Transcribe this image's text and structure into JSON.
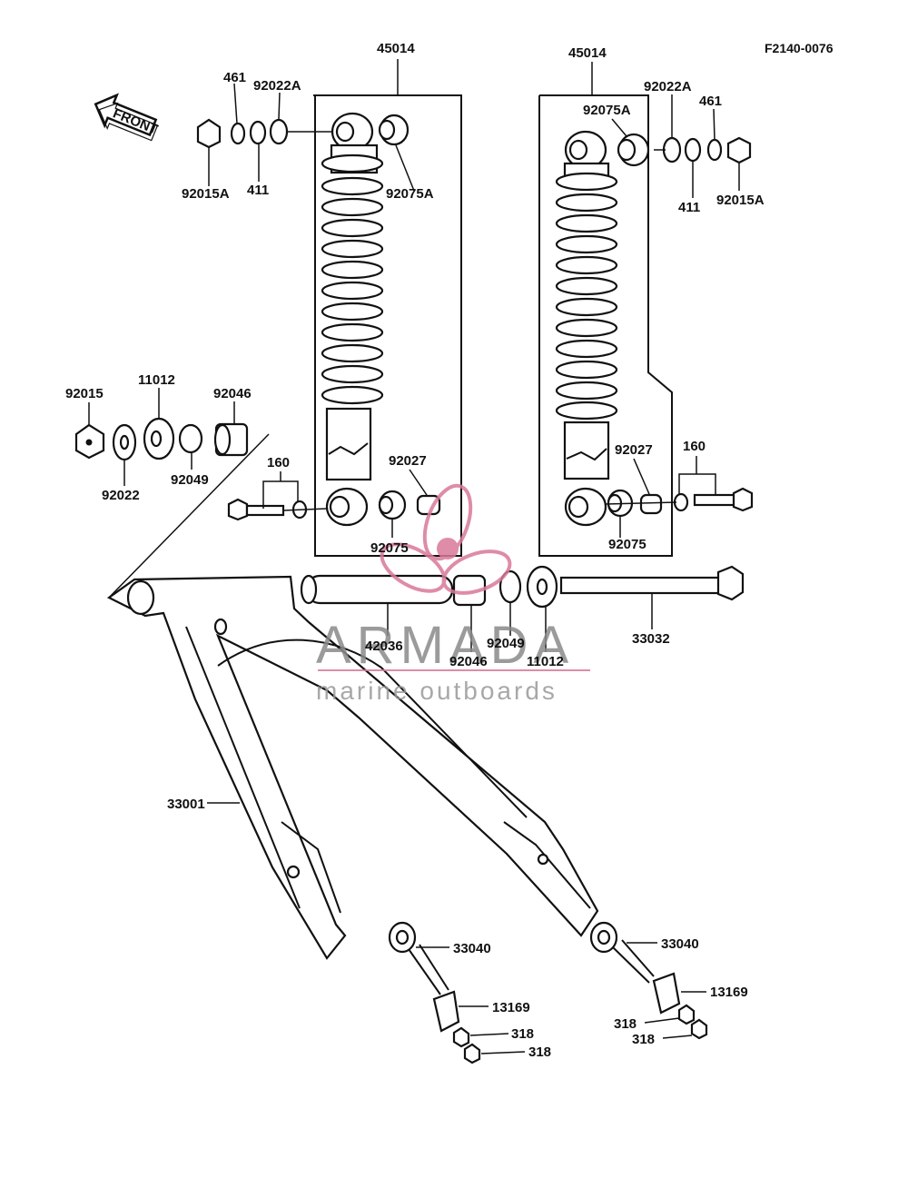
{
  "diagram_code": "F2140-0076",
  "front_arrow_label": "FRONT",
  "watermark": {
    "brand": "ARMADA",
    "subtitle": "marine outboards",
    "accent_color": "#d9799a",
    "text_color": "#8a8a8a"
  },
  "labels": {
    "l_45014_left": "45014",
    "l_45014_right": "45014",
    "l_461_left": "461",
    "l_92022A_left": "92022A",
    "l_92015A_left": "92015A",
    "l_411_left": "411",
    "l_92075A_left": "92075A",
    "l_92075A_right": "92075A",
    "l_92022A_right": "92022A",
    "l_461_right": "461",
    "l_411_right": "411",
    "l_92015A_right": "92015A",
    "l_92015": "92015",
    "l_11012_top": "11012",
    "l_92046_top": "92046",
    "l_92022": "92022",
    "l_92049_top": "92049",
    "l_160_left": "160",
    "l_92027_left": "92027",
    "l_92075_left": "92075",
    "l_92027_right": "92027",
    "l_160_right": "160",
    "l_92075_right": "92075",
    "l_42036": "42036",
    "l_92046_bottom": "92046",
    "l_92049_bottom": "92049",
    "l_11012_bottom": "11012",
    "l_33032": "33032",
    "l_33001": "33001",
    "l_33040_left": "33040",
    "l_13169_left": "13169",
    "l_318_left_a": "318",
    "l_318_left_b": "318",
    "l_33040_right": "33040",
    "l_13169_right": "13169",
    "l_318_right_a": "318",
    "l_318_right_b": "318"
  }
}
